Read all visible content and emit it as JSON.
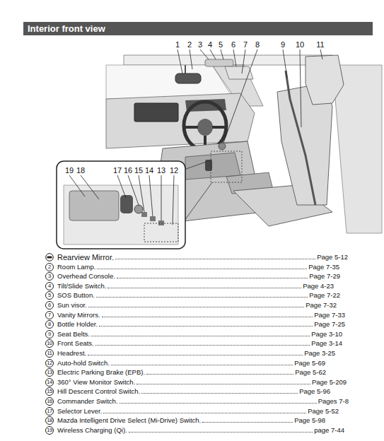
{
  "diagram": {
    "title": "Interior front view",
    "labels": [
      "1",
      "2",
      "3",
      "4",
      "5",
      "6",
      "7",
      "8",
      "9",
      "10",
      "11",
      "19",
      "18",
      "17",
      "16",
      "15",
      "14",
      "13",
      "12",
      "Rearview Mirror.",
      "Page 5-12",
      "2",
      "Room Lamp.",
      "Page 7-35",
      "3",
      "Overhead Console.",
      "Page 7-29",
      "4",
      "Tilt/Slide Switch.",
      "Page 4-23",
      "5",
      "SOS Button.",
      "Page 7-22",
      "6",
      "Sun visor.",
      "Page 7-32",
      "7",
      "Vanity Mirrors.",
      "Page 7-33",
      "8",
      "Bottle Holder.",
      "Page 7-25",
      "9",
      "Seat Belts.",
      "Page 3-10",
      "10",
      "Front Seats.",
      "Page 3-14",
      "11",
      "Headrest.",
      "Page 3-25",
      "12",
      "Auto-hold Switch.",
      "Page 5-69",
      "13",
      "Electric Parking Brake (EPB).",
      "Page 5-62",
      "14",
      "360° View Monitor Switch.",
      "Page 5-209",
      "15",
      "Hill Descent Control Switch.",
      "Page 5-96",
      "16",
      "Commander Switch.",
      "Pages 7-8",
      "17",
      "Selector Lever.",
      "Page 5-52",
      "18",
      "Mazda Intelligent Drive Select (Mi-Drive) Switch.",
      "Page 5-98",
      "19",
      "Wireless Charging (Qi).",
      "page 7-44"
    ]
  }
}
